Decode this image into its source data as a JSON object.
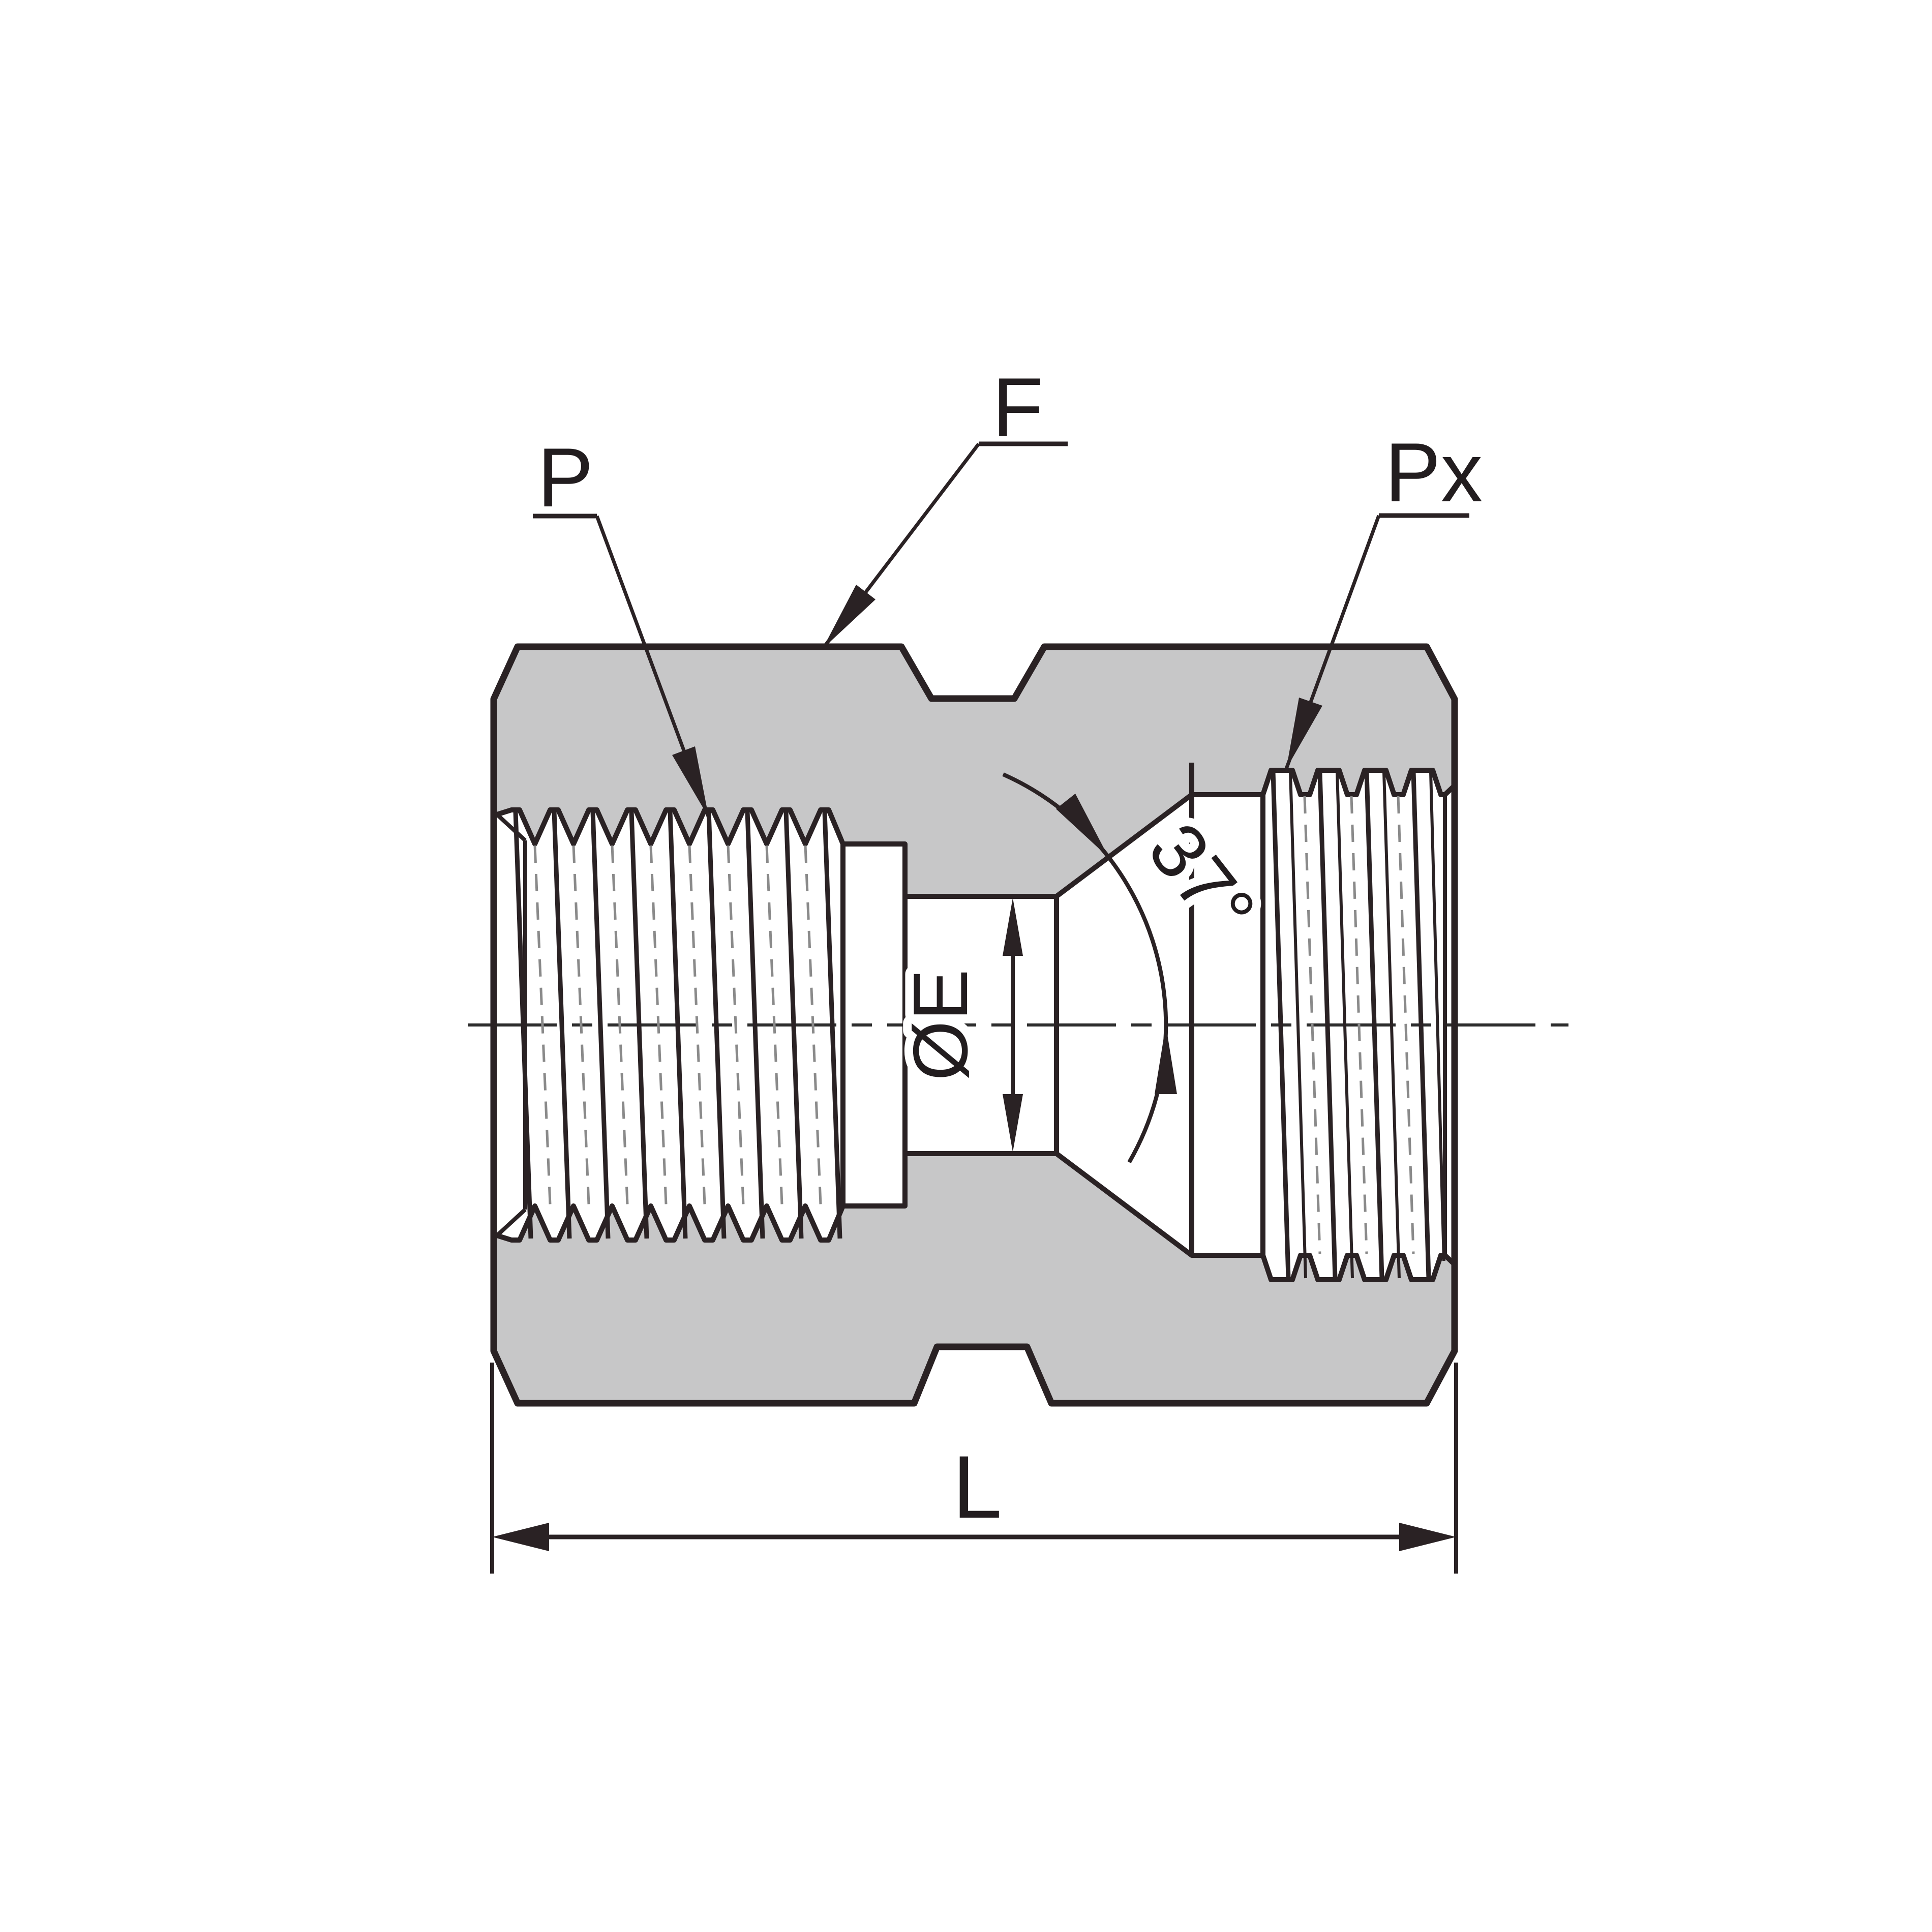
{
  "drawing": {
    "title": "37 degree flare female union cross-section",
    "callouts": {
      "left_thread": "P",
      "body_face": "F",
      "right_thread": "Px"
    },
    "dimensions": {
      "bore_diameter": "ØE",
      "flare_angle": "37°",
      "overall_length": "L"
    },
    "colors": {
      "body_fill": "#c7c7c8",
      "line": "#2a2224",
      "text": "#221d1f",
      "background": "#ffffff",
      "hidden_thread_line": "#8a8a8a"
    }
  }
}
